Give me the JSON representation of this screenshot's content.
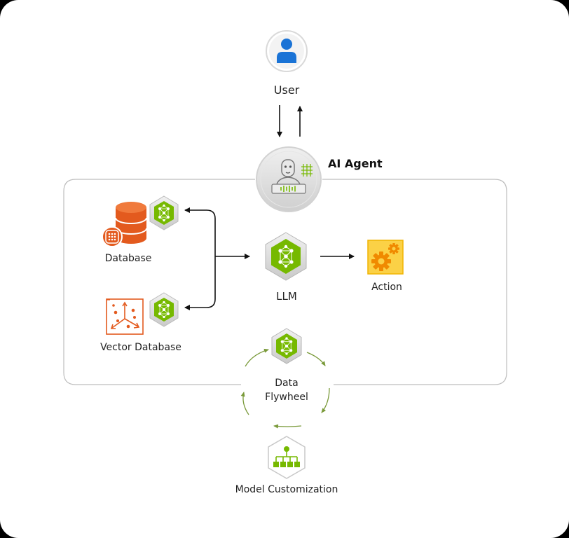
{
  "diagram": {
    "nodes": {
      "user": {
        "label": "User",
        "icon": "user-icon"
      },
      "agent": {
        "label": "AI Agent",
        "icon": "robot-agent-icon"
      },
      "database": {
        "label": "Database",
        "icon": "database-icon"
      },
      "vector_database": {
        "label": "Vector Database",
        "icon": "vector-database-icon"
      },
      "llm": {
        "label": "LLM",
        "icon": "neural-network-icon"
      },
      "action": {
        "label": "Action",
        "icon": "gears-icon"
      },
      "flywheel": {
        "line1": "Data",
        "line2": "Flywheel",
        "icon": "neural-network-icon"
      },
      "model_customization": {
        "label": "Model Customization",
        "icon": "hierarchy-icon"
      }
    },
    "edges": [
      {
        "from": "user",
        "to": "agent"
      },
      {
        "from": "agent",
        "to": "user"
      },
      {
        "from": "llm",
        "to": "database"
      },
      {
        "from": "llm",
        "to": "vector_database"
      },
      {
        "from": "database",
        "to": "llm"
      },
      {
        "from": "llm",
        "to": "action"
      },
      {
        "from": "flywheel",
        "to": "flywheel",
        "style": "cycle"
      }
    ],
    "colors": {
      "nvidia_green": "#76b900",
      "database_orange": "#e35a1e",
      "action_yellow": "#f5b800",
      "user_blue": "#1a73d6",
      "arrow": "#111111",
      "frame": "#bdbdbd"
    }
  }
}
